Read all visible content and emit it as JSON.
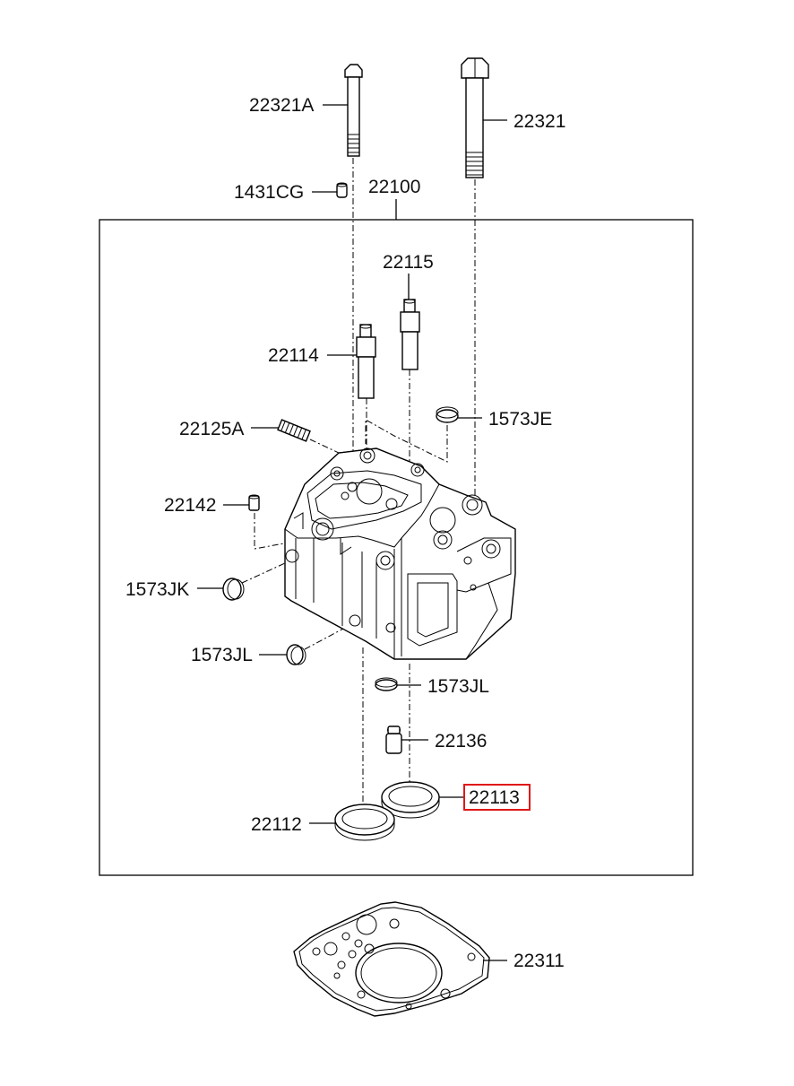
{
  "highlight_color": "#e01818",
  "labels": {
    "p22321A": "22321A",
    "p22321": "22321",
    "p1431CG": "1431CG",
    "p22100": "22100",
    "p22115": "22115",
    "p22114": "22114",
    "p22125A": "22125A",
    "p1573JE": "1573JE",
    "p22142": "22142",
    "p1573JK": "1573JK",
    "p1573JL_a": "1573JL",
    "p1573JL_b": "1573JL",
    "p22136": "22136",
    "p22113": "22113",
    "p22112": "22112",
    "p22311": "22311"
  },
  "highlighted_part": "22113"
}
